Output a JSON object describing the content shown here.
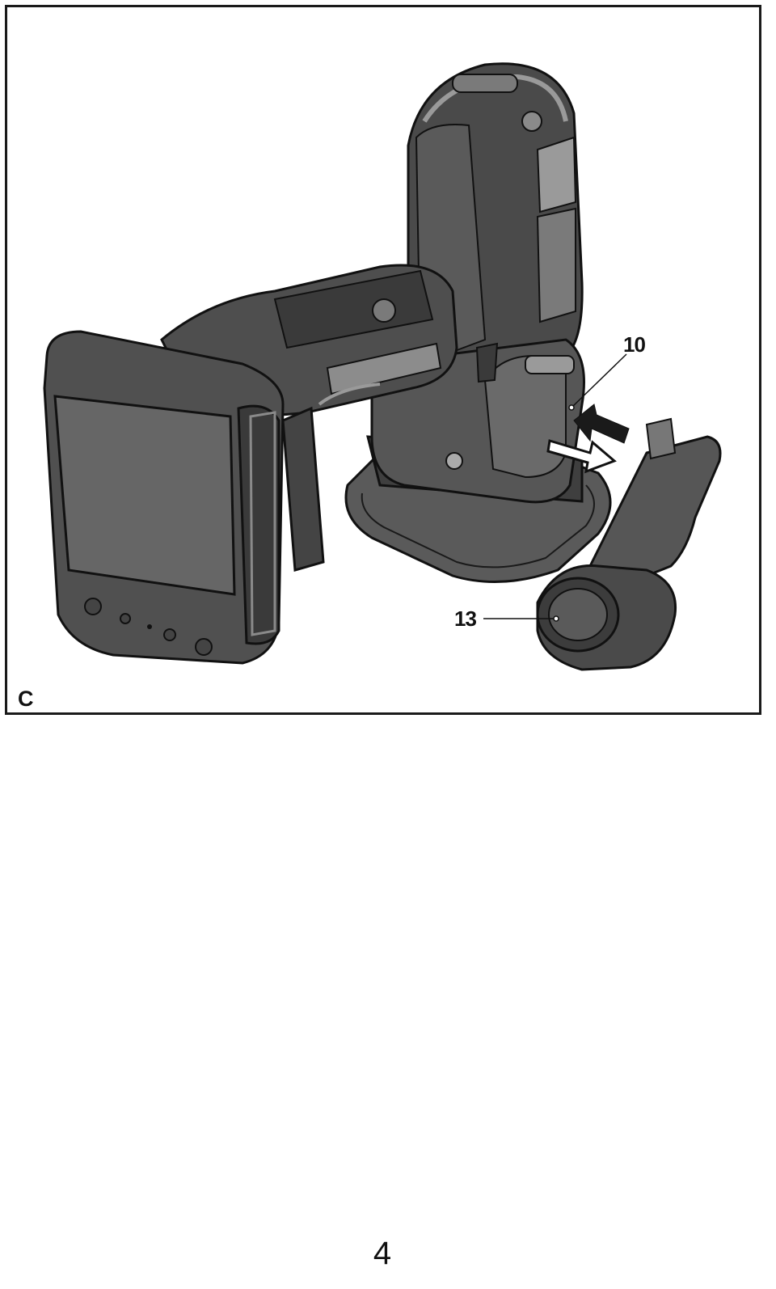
{
  "figure": {
    "letter": "C",
    "callouts": {
      "part_10": "10",
      "part_13": "13"
    }
  },
  "page": {
    "number": "4"
  },
  "colors": {
    "frame": "#1a1a1a",
    "tool_dark": "#4a4a4a",
    "tool_mid": "#7a7a7a",
    "tool_light": "#bdbdbd",
    "outline": "#111111"
  },
  "icons": {
    "illustration": "power-tool-with-dust-port-illustration",
    "insert_arrow": "insert-arrow-icon",
    "remove_arrow": "remove-arrow-icon"
  }
}
